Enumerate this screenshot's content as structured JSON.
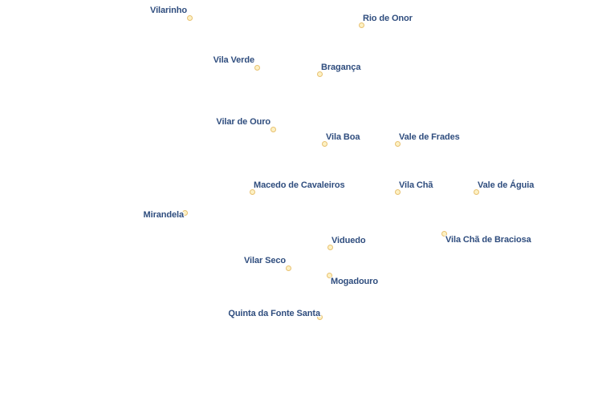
{
  "map": {
    "places": [
      {
        "key": "vilarinho",
        "name": "Vilarinho"
      },
      {
        "key": "rio-de-onor",
        "name": "Rio de Onor"
      },
      {
        "key": "vila-verde",
        "name": "Vila Verde"
      },
      {
        "key": "braganca",
        "name": "Bragança"
      },
      {
        "key": "vilar-de-ouro",
        "name": "Vilar de Ouro"
      },
      {
        "key": "vila-boa",
        "name": "Vila Boa"
      },
      {
        "key": "vale-de-frades",
        "name": "Vale de Frades"
      },
      {
        "key": "macedo-de-cavaleiros",
        "name": "Macedo de Cavaleiros"
      },
      {
        "key": "vila-cha",
        "name": "Vila Chã"
      },
      {
        "key": "vale-de-aguia",
        "name": "Vale de Águia"
      },
      {
        "key": "mirandela",
        "name": "Mirandela"
      },
      {
        "key": "viduedo",
        "name": "Viduedo"
      },
      {
        "key": "vila-cha-de-braciosa",
        "name": "Vila Chã de Braciosa"
      },
      {
        "key": "vilar-seco",
        "name": "Vilar Seco"
      },
      {
        "key": "mogadouro",
        "name": "Mogadouro"
      },
      {
        "key": "quinta-da-fonte-santa",
        "name": "Quinta da Fonte Santa"
      }
    ],
    "colors": {
      "label": "#2f4d7e",
      "label_halo": "#ffffff",
      "marker_fill": "#fdf1c4",
      "marker_stroke": "#e8c170",
      "background": "#ffffff"
    }
  }
}
